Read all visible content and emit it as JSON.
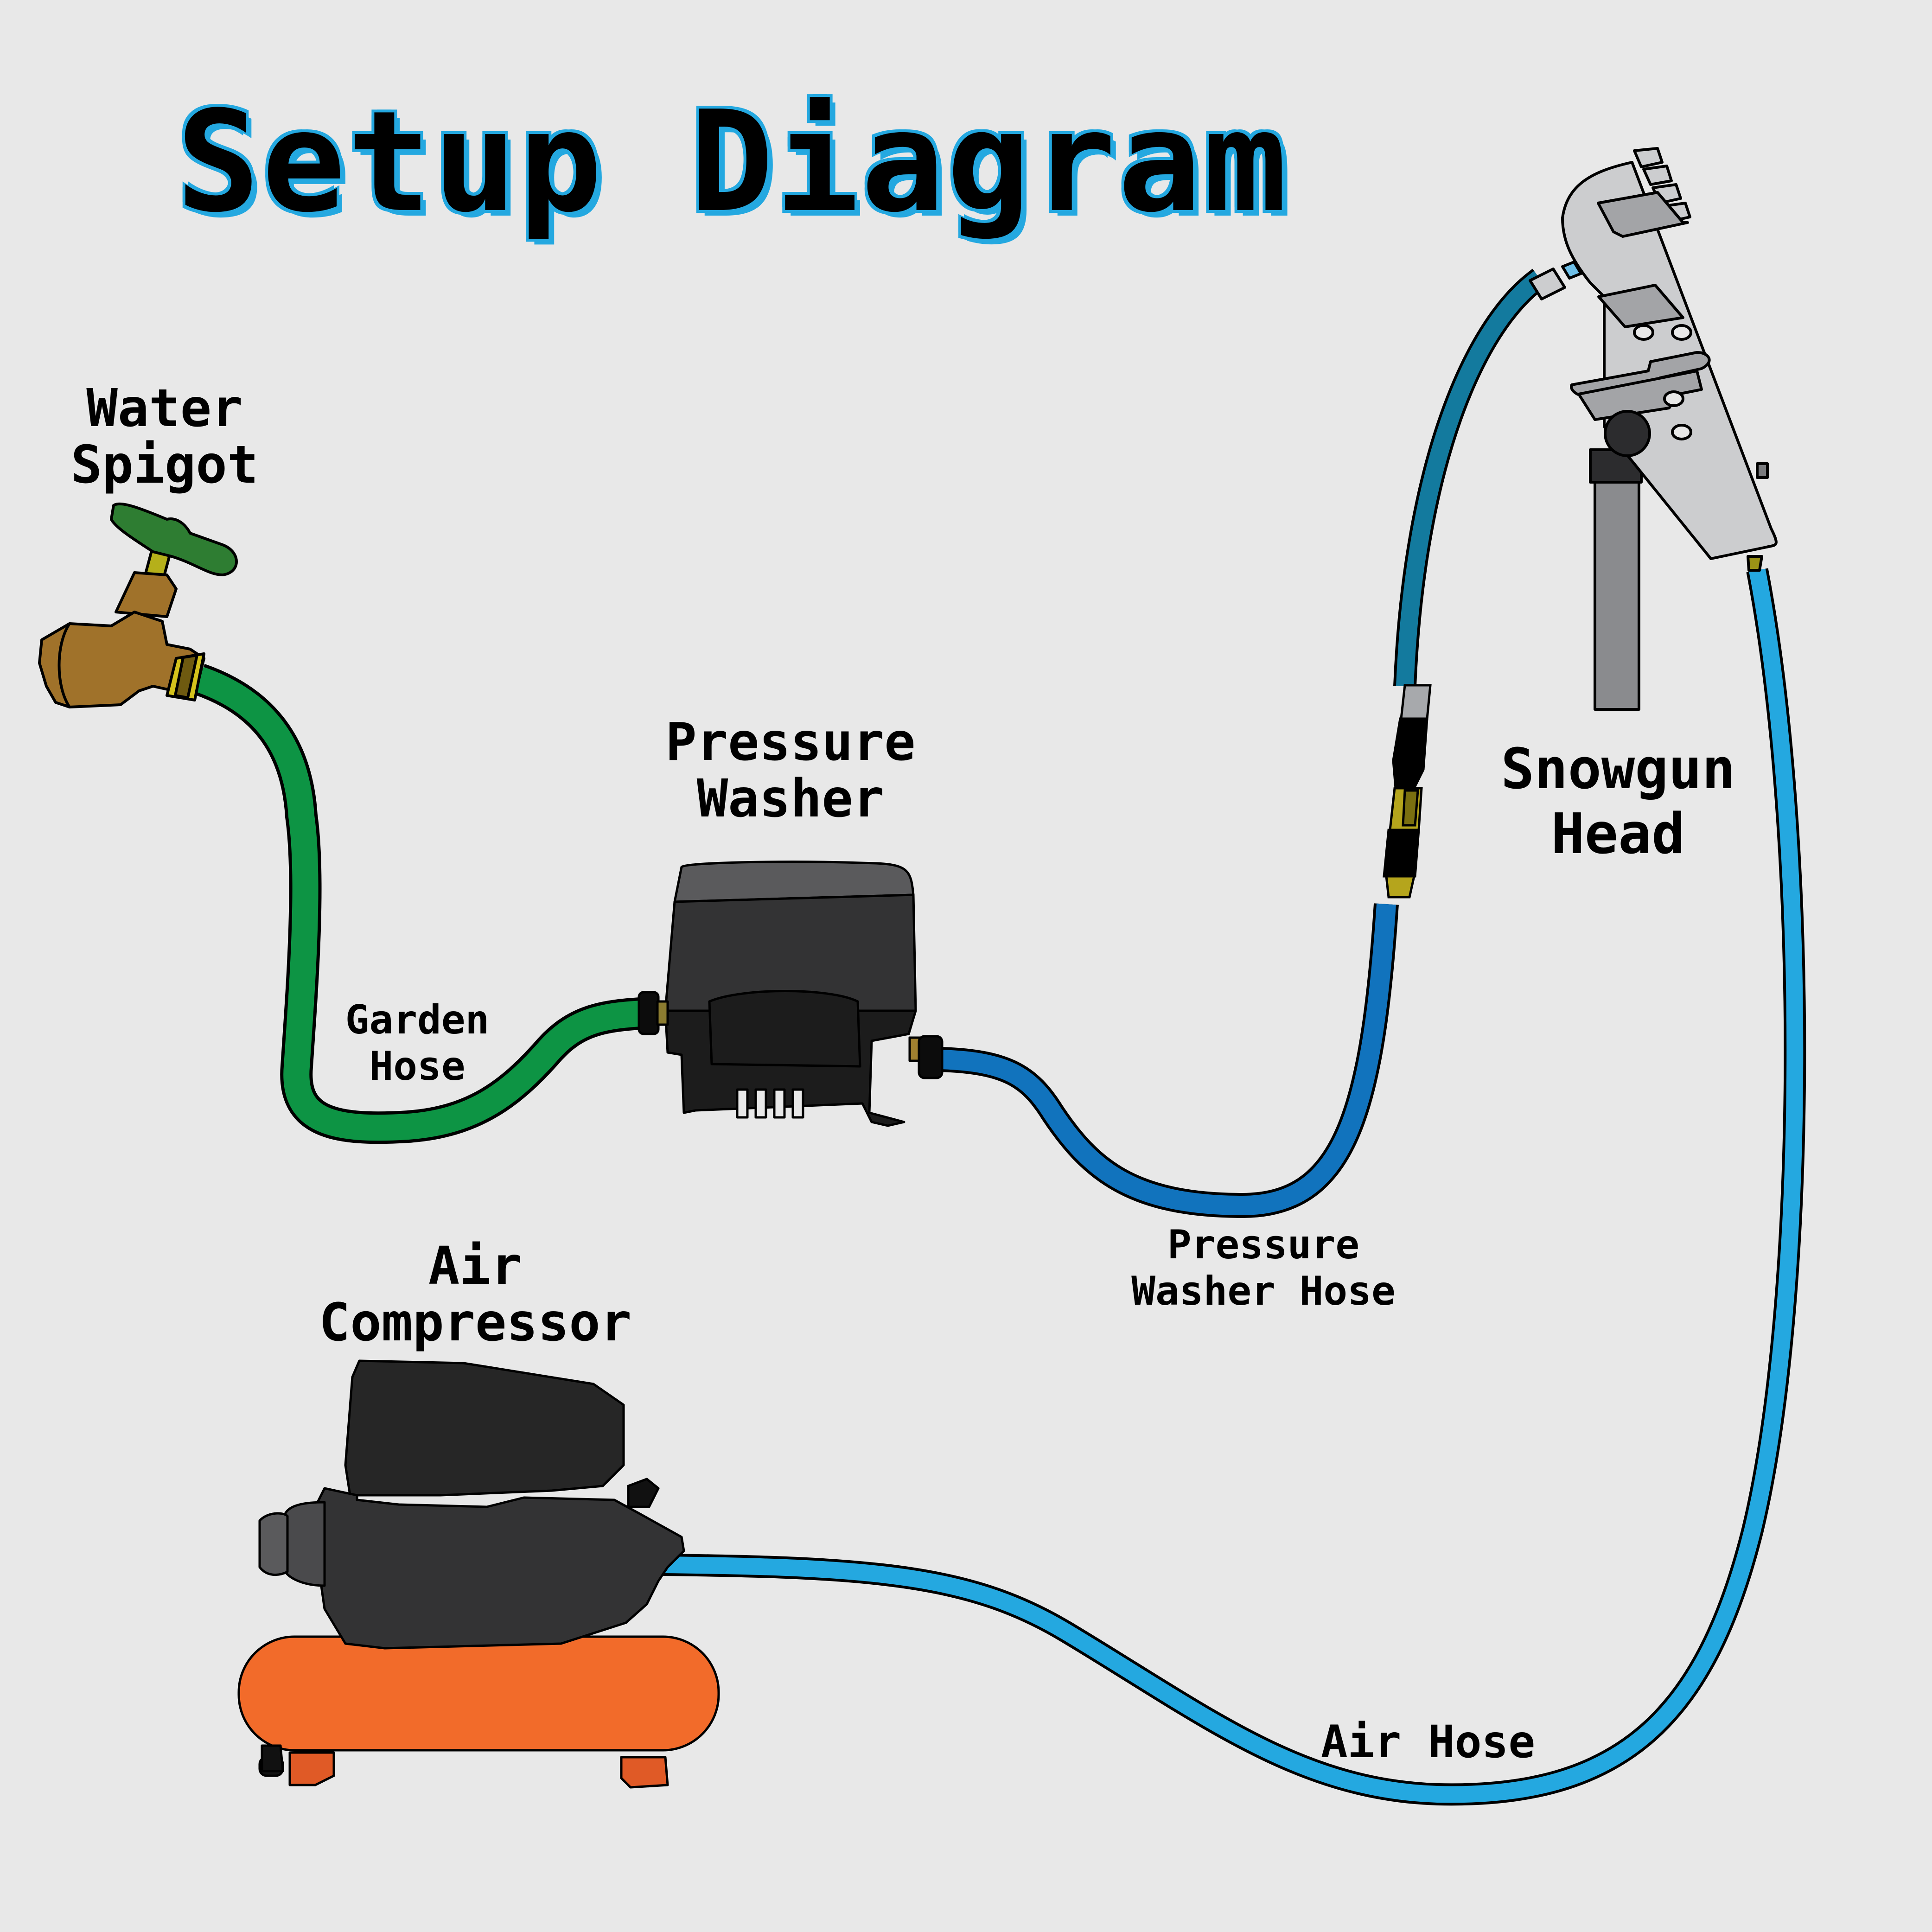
{
  "title": "Setup Diagram",
  "colors": {
    "background": "#e8e8e8",
    "title_text": "#000000",
    "title_outline": "#24a8e0",
    "garden_hose": "#0d9444",
    "pressure_hose_upper": "#137a9e",
    "pressure_hose_lower": "#1173bd",
    "air_hose": "#24a8e0",
    "spigot_brass": "#a0722a",
    "spigot_handle": "#2e7d32",
    "compressor_tank": "#f26b2a",
    "machine_body": "#262626",
    "snowgun_metal": "#cccdcf",
    "fitting_brass": "#b5a51c"
  },
  "components": {
    "water_spigot": {
      "line1": "Water",
      "line2": "Spigot"
    },
    "pressure_washer": {
      "line1": "Pressure",
      "line2": "Washer"
    },
    "snowgun_head": {
      "line1": "Snowgun",
      "line2": "Head"
    },
    "air_compressor": {
      "line1": "Air",
      "line2": "Compressor"
    }
  },
  "hoses": {
    "garden_hose": {
      "line1": "Garden",
      "line2": "Hose"
    },
    "pressure_washer_hose": {
      "line1": "Pressure",
      "line2": "Washer Hose"
    },
    "air_hose": {
      "line1": "Air Hose"
    }
  }
}
